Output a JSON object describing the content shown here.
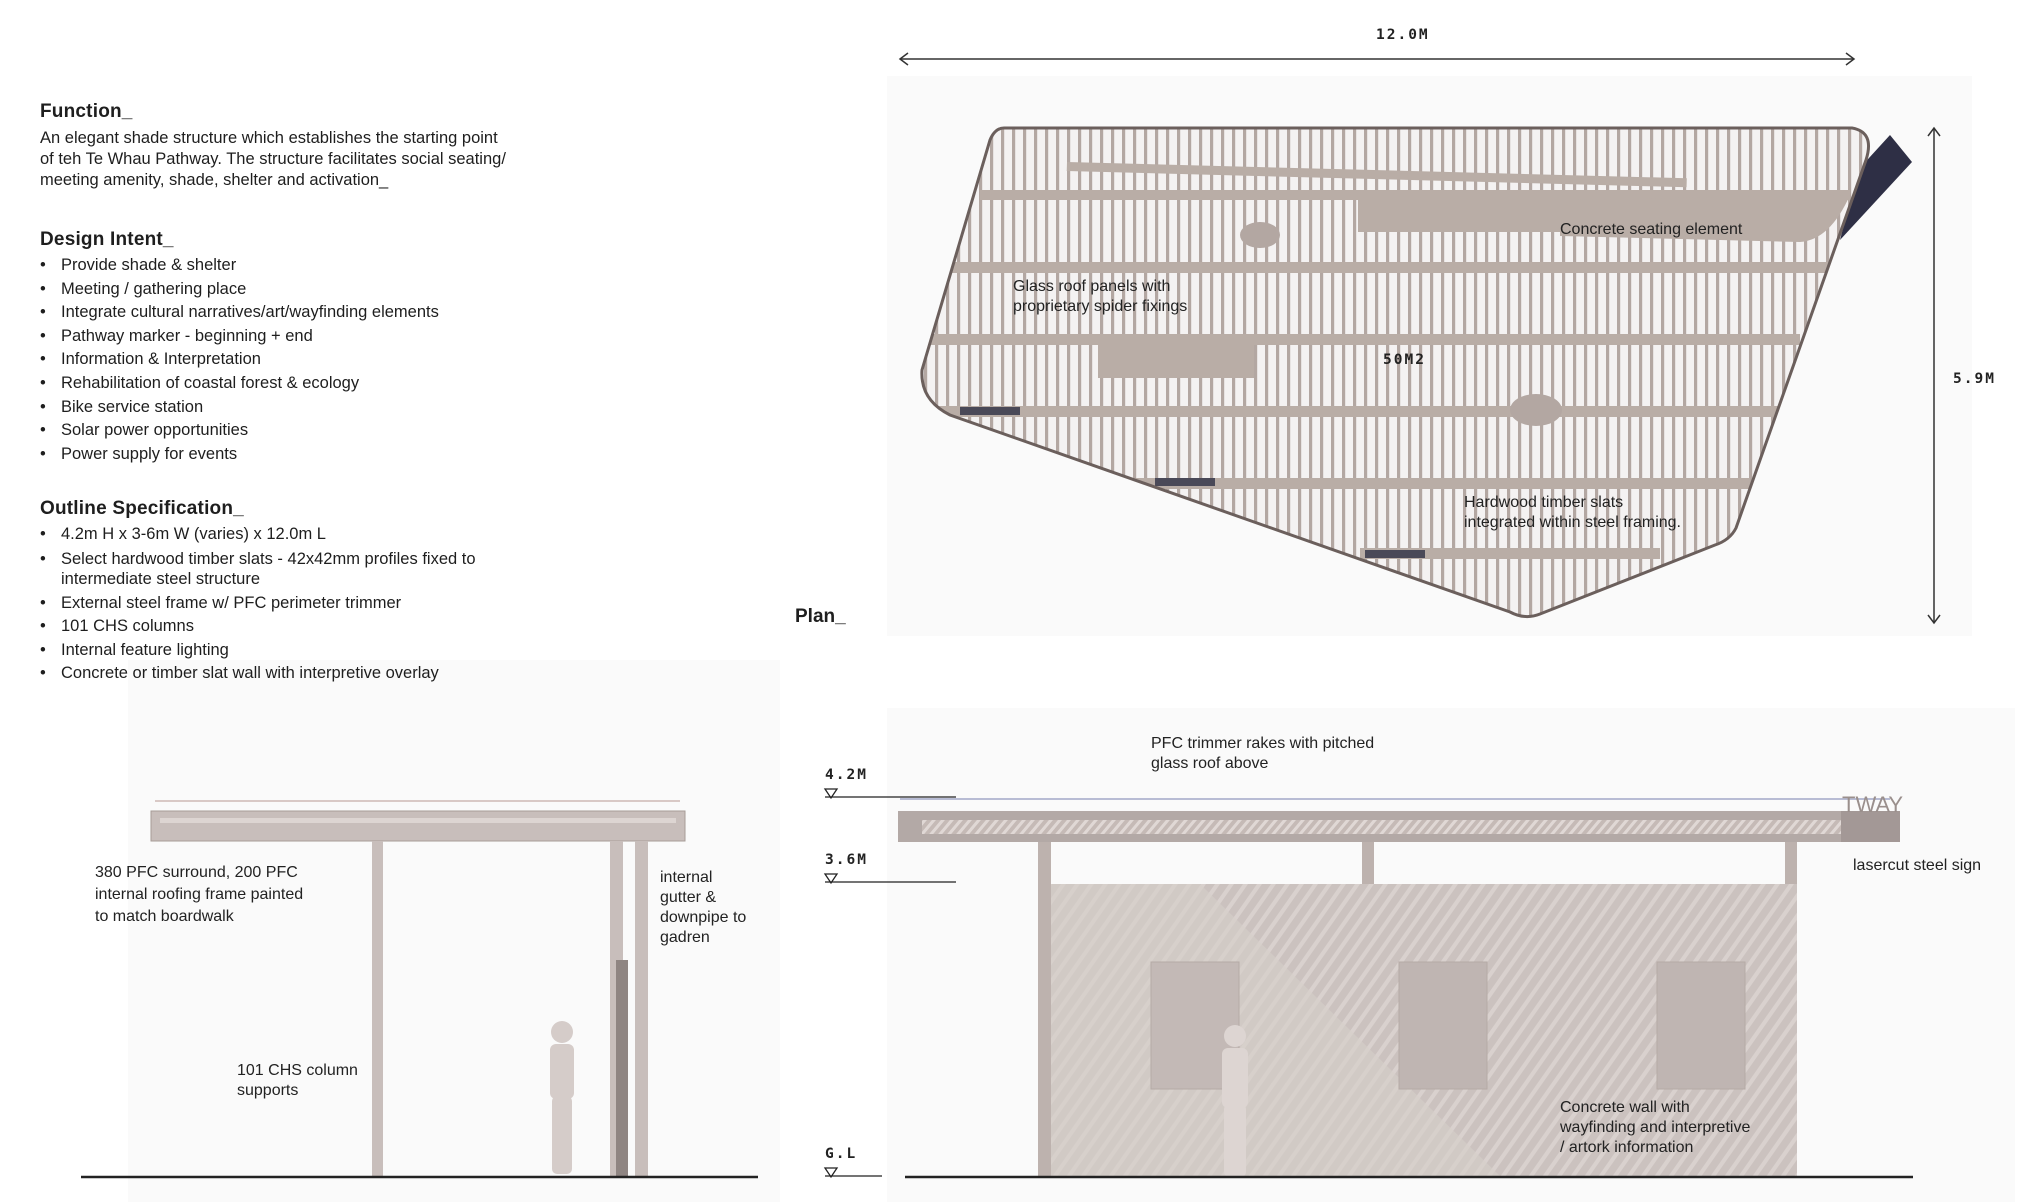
{
  "function": {
    "heading": "Function_",
    "text": [
      "An elegant shade structure which establishes the starting point",
      "of teh Te Whau Pathway. The structure facilitates social seating/",
      "meeting amenity, shade, shelter and activation_"
    ]
  },
  "design_intent": {
    "heading": "Design Intent_",
    "items": [
      "Provide shade & shelter",
      "Meeting / gathering place",
      "Integrate cultural narratives/art/wayfinding elements",
      "Pathway marker - beginning + end",
      "Information &  Interpretation",
      "Rehabilitation of coastal forest & ecology",
      "Bike service station",
      "Solar power opportunities",
      "Power supply for events"
    ]
  },
  "outline_spec": {
    "heading": "Outline Specification_",
    "items": [
      "4.2m H x 3-6m W (varies) x 12.0m L",
      "Select hardwood timber slats - 42x42mm profiles fixed to intermediate steel structure",
      "External steel frame w/ PFC perimeter trimmer",
      "101 CHS columns",
      "Internal feature lighting",
      "Concrete or timber slat wall with interpretive overlay"
    ]
  },
  "plan": {
    "title": "Plan_",
    "length": "12.0M",
    "width": "5.9M",
    "area": "50M2",
    "labels": {
      "seating": "Concrete seating element",
      "glass": [
        "Glass roof panels with",
        "proprietary spider fixings"
      ],
      "timber": [
        "Hardwood timber slats",
        "integrated within steel framing."
      ]
    }
  },
  "side_elevation": {
    "labels": {
      "pfc": [
        "380 PFC surround, 200 PFC",
        "internal roofing frame painted",
        "to match boardwalk"
      ],
      "gutter": [
        "internal",
        "gutter &",
        "downpipe to",
        "gadren"
      ],
      "columns": [
        "101 CHS column",
        "supports"
      ]
    }
  },
  "front_elevation": {
    "levels": [
      "4.2M",
      "3.6M",
      "G.L"
    ],
    "labels": {
      "pfc": [
        "PFC trimmer rakes with pitched",
        "glass roof above"
      ],
      "sign": "lasercut steel sign",
      "wall": [
        "Concrete wall with",
        "wayfinding and interpretive",
        "/ artork information"
      ]
    },
    "sign_text": "TWAY"
  },
  "colors": {
    "timber": "#b9ada6",
    "frame": "#a79c97",
    "shadow": "#2e2f45",
    "wall": "#c8bebb",
    "text": "#1e1e1e"
  }
}
